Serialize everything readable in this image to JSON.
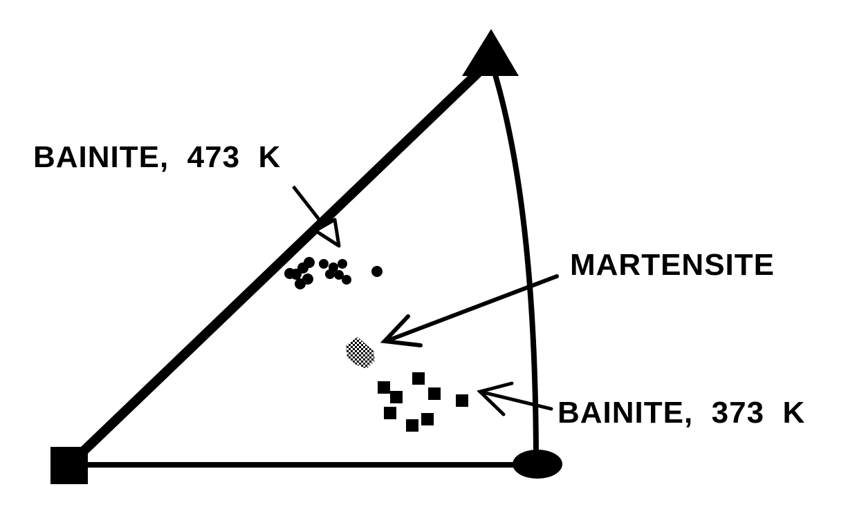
{
  "labels": {
    "bainite_473": "BAINITE,  473  K",
    "martensite": "MARTENSITE",
    "bainite_373": "BAINITE,  373  K"
  },
  "colors": {
    "ink": "#000000",
    "background": "#ffffff"
  }
}
